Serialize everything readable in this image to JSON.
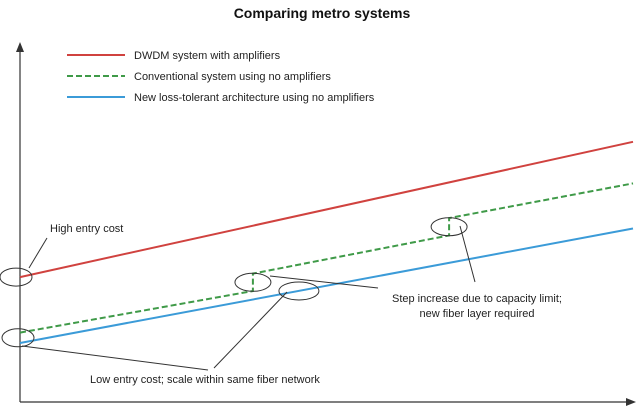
{
  "chart_data": {
    "type": "line",
    "title": "Comparing metro systems",
    "xlabel": "",
    "ylabel": "",
    "grid": false,
    "legend_position": "top-left",
    "xlim": [
      0,
      100
    ],
    "ylim": [
      0,
      100
    ],
    "series": [
      {
        "name": "DWDM system with amplifiers",
        "color": "#d0423f",
        "style": "solid",
        "points": [
          [
            0,
            36
          ],
          [
            100,
            75
          ]
        ]
      },
      {
        "name": "Conventional system using no amplifiers",
        "color": "#3f9a48",
        "style": "dashed",
        "points": [
          [
            0,
            20
          ],
          [
            38,
            32
          ],
          [
            38,
            37
          ],
          [
            70,
            48
          ],
          [
            70,
            53
          ],
          [
            100,
            63
          ]
        ]
      },
      {
        "name": "New loss-tolerant architecture using no amplifiers",
        "color": "#3b9bd8",
        "style": "solid",
        "points": [
          [
            0,
            17
          ],
          [
            100,
            50
          ]
        ]
      }
    ],
    "annotations": [
      {
        "id": "high-entry",
        "text": [
          "High entry cost"
        ]
      },
      {
        "id": "low-entry",
        "text": [
          "Low entry cost; scale within same fiber network"
        ]
      },
      {
        "id": "step",
        "text": [
          "Step increase due to capacity limit;",
          "new fiber layer required"
        ]
      }
    ]
  }
}
